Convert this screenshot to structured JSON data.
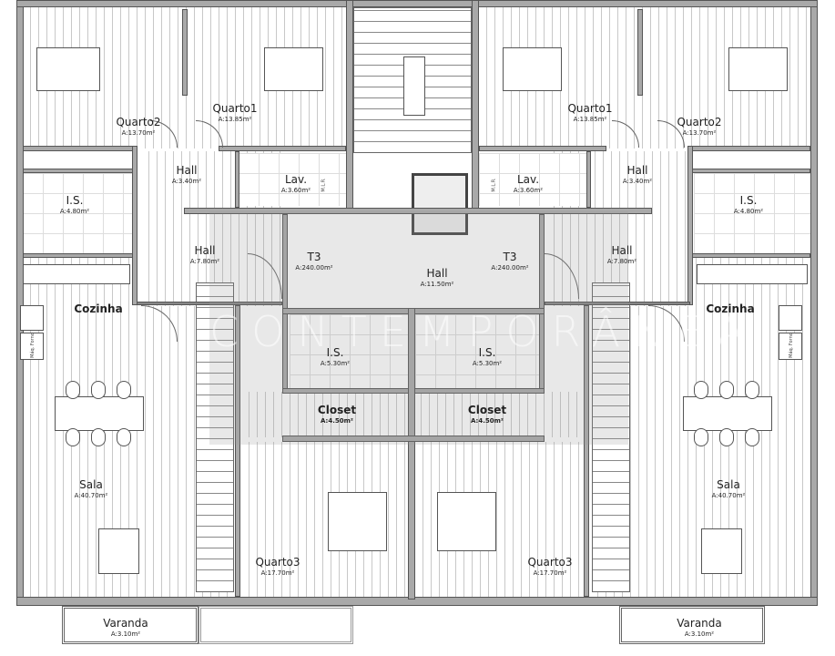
{
  "watermark": "CONTEMPORÂNEA",
  "rooms": [
    {
      "name": "Quarto2",
      "area": "A:13.70m²"
    },
    {
      "name": "Quarto1",
      "area": "A:13.85m²"
    },
    {
      "name": "Hall",
      "area": "A:3.40m²"
    },
    {
      "name": "Lav.",
      "area": "A:3.60m²"
    },
    {
      "name": "I.S.",
      "area": "A:4.80m²"
    },
    {
      "name": "Hall",
      "area": "A:7.80m²"
    },
    {
      "name": "T3",
      "area": "A:240.00m²"
    },
    {
      "name": "Cozinha",
      "area": ""
    },
    {
      "name": "Sala",
      "area": "A:40.70m²"
    },
    {
      "name": "Quarto3",
      "area": "A:17.70m²"
    },
    {
      "name": "Varanda",
      "area": "A:3.10m²"
    },
    {
      "name": "I.S.",
      "area": "A:5.30m²"
    },
    {
      "name": "Closet",
      "area": "A:4.50m²"
    },
    {
      "name": "Hall",
      "area": "A:11.50m²"
    },
    {
      "name": "Quarto1",
      "area": "A:13.85m²"
    },
    {
      "name": "Quarto2",
      "area": "A:13.70m²"
    },
    {
      "name": "Hall",
      "area": "A:3.40m²"
    },
    {
      "name": "Lav.",
      "area": "A:3.60m²"
    },
    {
      "name": "I.S.",
      "area": "A:4.80m²"
    },
    {
      "name": "Hall",
      "area": "A:7.80m²"
    },
    {
      "name": "T3",
      "area": "A:240.00m²"
    },
    {
      "name": "Cozinha",
      "area": ""
    },
    {
      "name": "Sala",
      "area": "A:40.70m²"
    },
    {
      "name": "Quarto3",
      "area": "A:17.70m²"
    },
    {
      "name": "Varanda",
      "area": "A:3.10m²"
    },
    {
      "name": "I.S.",
      "area": "A:5.30m²"
    },
    {
      "name": "Closet",
      "area": "A:4.50m²"
    }
  ],
  "fixtures": {
    "mlr": "M.L.R.",
    "maq": "Máq. Forno"
  }
}
